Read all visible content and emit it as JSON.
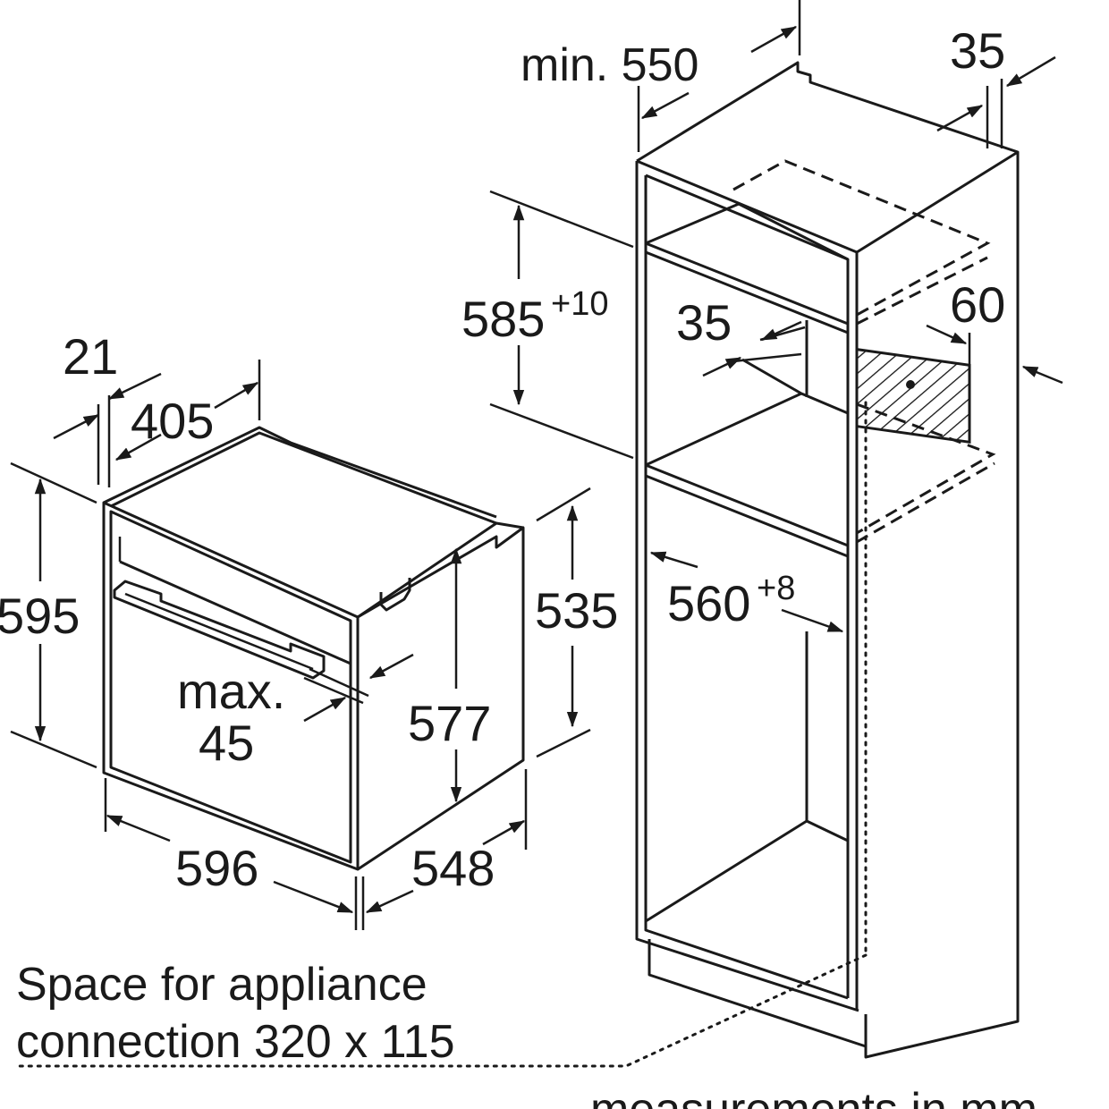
{
  "colors": {
    "ink": "#1a1a1a",
    "background": "#ffffff",
    "hatch": "#1a1a1a"
  },
  "oven": {
    "depth_panel": "21",
    "depth_body": "405",
    "height_total": "595",
    "height_side": "535",
    "height_door": "577",
    "handle_depth_line1": "max.",
    "handle_depth_line2": "45",
    "width": "596",
    "depth": "548"
  },
  "cabinet": {
    "min_depth": "min. 550",
    "back_gap": "35",
    "niche_height": "585",
    "niche_height_tol": "+10",
    "rail_depth": "35",
    "vent_height": "60",
    "niche_width": "560",
    "niche_width_tol": "+8"
  },
  "notes": {
    "connection_line1": "Space for appliance",
    "connection_line2": "connection 320 x 115",
    "units": "measurements in mm"
  }
}
